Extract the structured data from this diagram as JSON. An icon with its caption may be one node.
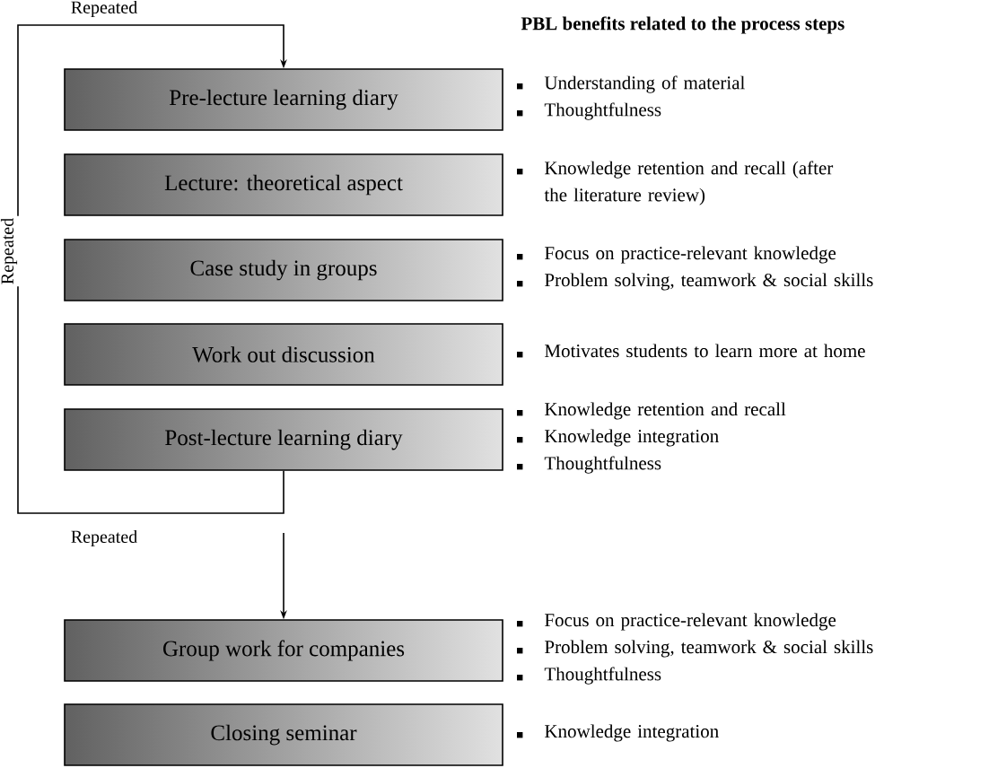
{
  "diagram": {
    "title": "PBL benefits related to the process steps",
    "nodes": [
      {
        "text": [
          "Pre-lecture learning diary"
        ],
        "beside": [
          "Understanding of material",
          "Thoughtfulness"
        ]
      },
      {
        "text": [
          "Lecture: theoretical aspect"
        ],
        "beside": [
          "Knowledge retention and recall (after the literature review)"
        ]
      },
      {
        "text": [
          "Case study in groups"
        ],
        "beside": [
          "Focus on practice-relevant knowledge",
          "Problem solving, teamwork & social skills"
        ]
      },
      {
        "text": [
          "Work out discussion"
        ],
        "beside": [
          "Motivates students to learn more at home"
        ]
      },
      {
        "text": [
          "Post-lecture learning diary"
        ],
        "beside": [
          "Knowledge retention and recall",
          "Knowledge integration",
          "Thoughtfulness"
        ]
      },
      {
        "text": [
          "Group work for companies"
        ],
        "beside": [
          "Focus on practice-relevant knowledge",
          "Problem solving, teamwork & social skills",
          "Thoughtfulness"
        ]
      },
      {
        "text": [
          "Closing seminar"
        ],
        "beside": [
          "Knowledge integration"
        ]
      }
    ],
    "edges": [
      {
        "from": 4,
        "to": 0,
        "arrow": "to",
        "label": "Repeated"
      },
      {
        "from": null,
        "to": 5,
        "arrow": "to"
      }
    ],
    "labels": [
      "Repeated",
      "Repeated"
    ]
  }
}
